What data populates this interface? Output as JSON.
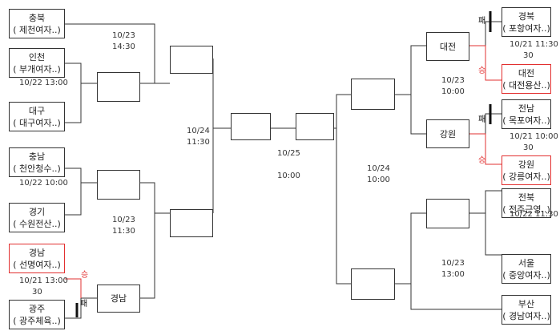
{
  "teams": {
    "chungbuk": {
      "region": "충북",
      "school": "( 제천여자..)"
    },
    "incheon": {
      "region": "인천",
      "school": "( 부개여자..)"
    },
    "daegu": {
      "region": "대구",
      "school": "( 대구여자..)"
    },
    "chungnam": {
      "region": "충남",
      "school": "( 천안청수..)"
    },
    "gyeonggi": {
      "region": "경기",
      "school": "( 수원전산..)"
    },
    "gyeongnam": {
      "region": "경남",
      "school": "( 선명여자..)"
    },
    "gwangju": {
      "region": "광주",
      "school": "( 광주체육..)"
    },
    "gyeongbuk": {
      "region": "경북",
      "school": "( 포항여자..)"
    },
    "daejeon": {
      "region": "대전",
      "school": "( 대전용산..)"
    },
    "jeonnam": {
      "region": "전남",
      "school": "( 목포여자..)"
    },
    "gangwon": {
      "region": "강원",
      "school": "( 강릉여자..)"
    },
    "jeonbuk": {
      "region": "전북",
      "school": "( 전주근영..)"
    },
    "seoul": {
      "region": "서울",
      "school": "( 중앙여자..)"
    },
    "busan": {
      "region": "부산",
      "school": "( 경남여자..)"
    }
  },
  "advanced": {
    "gyeongnam": "경남",
    "daejeon": "대전",
    "gangwon": "강원"
  },
  "schedule": {
    "left_r1_top": [
      "10/23",
      "14:30"
    ],
    "left_r1_incheon": "10/22    13:00",
    "left_r1_chungnam": "10/22    10:00",
    "left_r1_bottom": [
      "10/23",
      "11:30"
    ],
    "left_r1_gyeongnam": [
      "10/21    13:00",
      "30"
    ],
    "left_r2": [
      "10/24",
      "11:30"
    ],
    "final": [
      "10/25",
      "",
      "10:00"
    ],
    "right_r2": [
      "10/24",
      "10:00"
    ],
    "right_r1_top": [
      "10/23",
      "10:00"
    ],
    "right_gyeongbuk": [
      "10/21    11:30",
      "30"
    ],
    "right_jeonnam": [
      "10/21    10:00",
      "30"
    ],
    "right_jeonbuk": "10/22    11:30",
    "right_r1_bottom": [
      "10/23",
      "13:00"
    ]
  },
  "results": {
    "win": "승",
    "loss": "패"
  },
  "colors": {
    "win": "#e23030",
    "line": "#333333"
  }
}
